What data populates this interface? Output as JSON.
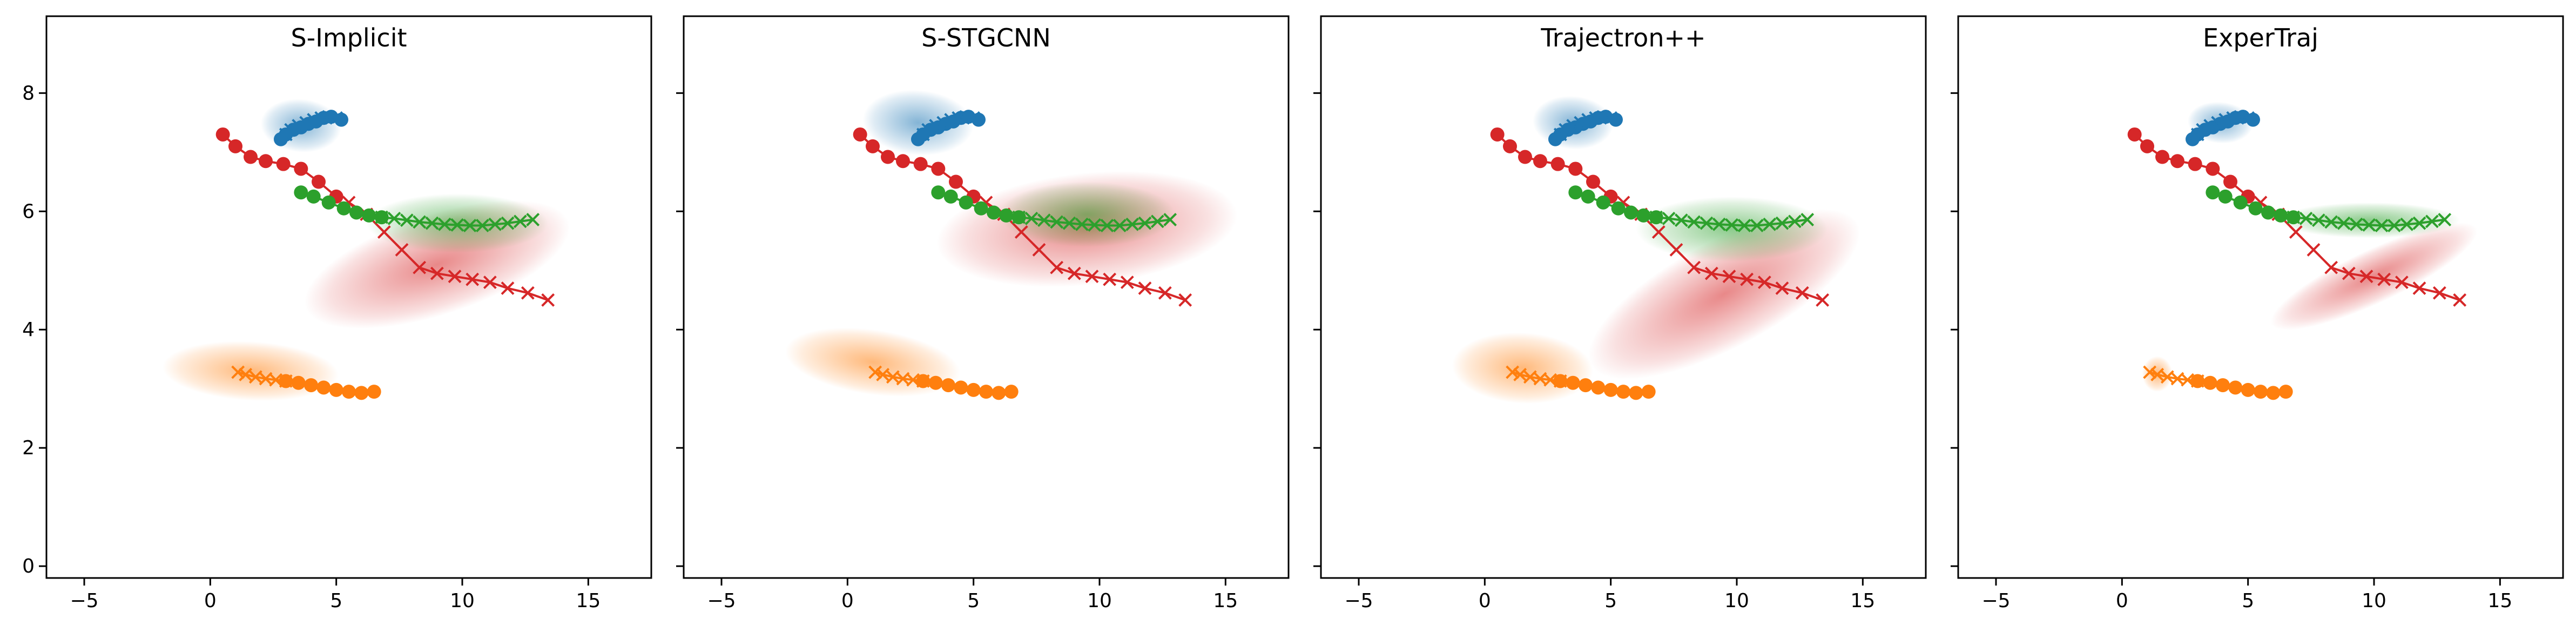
{
  "chart_data": [
    {
      "type": "scatter",
      "title": "S-Implicit",
      "xlabel": "",
      "ylabel": "",
      "xlim": [
        -6.5,
        17.5
      ],
      "ylim": [
        -0.2,
        9.3
      ],
      "xticks": [
        -5,
        0,
        5,
        10,
        15
      ],
      "yticks": [
        0,
        2,
        4,
        6,
        8
      ],
      "grid": false
    },
    {
      "type": "scatter",
      "title": "S-STGCNN",
      "xlabel": "",
      "ylabel": "",
      "xlim": [
        -6.5,
        17.5
      ],
      "ylim": [
        -0.2,
        9.3
      ],
      "xticks": [
        -5,
        0,
        5,
        10,
        15
      ],
      "yticks": [
        0,
        2,
        4,
        6,
        8
      ],
      "grid": false
    },
    {
      "type": "scatter",
      "title": "Trajectron++",
      "xlabel": "",
      "ylabel": "",
      "xlim": [
        -6.5,
        17.5
      ],
      "ylim": [
        -0.2,
        9.3
      ],
      "xticks": [
        -5,
        0,
        5,
        10,
        15
      ],
      "yticks": [
        0,
        2,
        4,
        6,
        8
      ],
      "grid": false
    },
    {
      "type": "scatter",
      "title": "ExperTraj",
      "xlabel": "",
      "ylabel": "",
      "xlim": [
        -6.5,
        17.5
      ],
      "ylim": [
        -0.2,
        9.3
      ],
      "xticks": [
        -5,
        0,
        5,
        10,
        15
      ],
      "yticks": [
        0,
        2,
        4,
        6,
        8
      ],
      "grid": false
    }
  ],
  "agents": [
    {
      "color": "#1f77b4",
      "past": [
        [
          5.2,
          7.55
        ],
        [
          4.8,
          7.6
        ],
        [
          4.5,
          7.58
        ],
        [
          4.2,
          7.52
        ],
        [
          3.9,
          7.48
        ],
        [
          3.6,
          7.42
        ],
        [
          3.3,
          7.38
        ],
        [
          3.0,
          7.3
        ],
        [
          2.8,
          7.22
        ]
      ],
      "future": [
        [
          3.0,
          7.3
        ],
        [
          3.2,
          7.38
        ],
        [
          3.5,
          7.45
        ],
        [
          3.8,
          7.5
        ],
        [
          4.1,
          7.55
        ],
        [
          4.4,
          7.58
        ],
        [
          4.7,
          7.6
        ],
        [
          5.0,
          7.58
        ]
      ]
    },
    {
      "color": "#d62728",
      "past": [
        [
          0.5,
          7.3
        ],
        [
          1.0,
          7.1
        ],
        [
          1.6,
          6.92
        ],
        [
          2.2,
          6.85
        ],
        [
          2.9,
          6.8
        ],
        [
          3.6,
          6.72
        ],
        [
          4.3,
          6.5
        ],
        [
          5.0,
          6.25
        ]
      ],
      "future": [
        [
          5.5,
          6.15
        ],
        [
          6.2,
          5.95
        ],
        [
          6.9,
          5.65
        ],
        [
          7.6,
          5.35
        ],
        [
          8.3,
          5.05
        ],
        [
          9.0,
          4.95
        ],
        [
          9.7,
          4.9
        ],
        [
          10.4,
          4.85
        ],
        [
          11.1,
          4.8
        ],
        [
          11.8,
          4.7
        ],
        [
          12.6,
          4.62
        ],
        [
          13.4,
          4.5
        ]
      ]
    },
    {
      "color": "#2ca02c",
      "past": [
        [
          3.6,
          6.32
        ],
        [
          4.1,
          6.25
        ],
        [
          4.7,
          6.15
        ],
        [
          5.3,
          6.05
        ],
        [
          5.8,
          5.98
        ],
        [
          6.3,
          5.93
        ],
        [
          6.8,
          5.9
        ]
      ],
      "future": [
        [
          6.8,
          5.9
        ],
        [
          7.3,
          5.88
        ],
        [
          7.8,
          5.85
        ],
        [
          8.3,
          5.82
        ],
        [
          8.8,
          5.8
        ],
        [
          9.3,
          5.78
        ],
        [
          9.8,
          5.77
        ],
        [
          10.3,
          5.76
        ],
        [
          10.8,
          5.76
        ],
        [
          11.3,
          5.78
        ],
        [
          11.8,
          5.8
        ],
        [
          12.3,
          5.83
        ],
        [
          12.8,
          5.86
        ]
      ]
    },
    {
      "color": "#ff7f0e",
      "past": [
        [
          6.5,
          2.95
        ],
        [
          6.0,
          2.93
        ],
        [
          5.5,
          2.95
        ],
        [
          5.0,
          2.98
        ],
        [
          4.5,
          3.02
        ],
        [
          4.0,
          3.06
        ],
        [
          3.5,
          3.1
        ],
        [
          3.0,
          3.13
        ]
      ],
      "future": [
        [
          3.0,
          3.13
        ],
        [
          2.6,
          3.15
        ],
        [
          2.2,
          3.17
        ],
        [
          1.8,
          3.2
        ],
        [
          1.4,
          3.24
        ],
        [
          1.1,
          3.28
        ]
      ]
    }
  ],
  "distributions": [
    [
      {
        "color": "#1f77b4",
        "cx": 3.6,
        "cy": 7.45,
        "rx": 1.6,
        "ry": 0.45,
        "angle": 5
      },
      {
        "color": "#d62728",
        "cx": 9.0,
        "cy": 5.1,
        "rx": 5.5,
        "ry": 0.85,
        "angle": -18
      },
      {
        "color": "#2ca02c",
        "cx": 9.8,
        "cy": 5.8,
        "rx": 3.6,
        "ry": 0.5,
        "angle": 0
      },
      {
        "color": "#ff7f0e",
        "cx": 1.6,
        "cy": 3.3,
        "rx": 3.5,
        "ry": 0.5,
        "angle": 3
      }
    ],
    [
      {
        "color": "#1f77b4",
        "cx": 2.8,
        "cy": 7.5,
        "rx": 2.2,
        "ry": 0.55,
        "angle": 5
      },
      {
        "color": "#d62728",
        "cx": 9.5,
        "cy": 5.7,
        "rx": 6.0,
        "ry": 0.95,
        "angle": -6
      },
      {
        "color": "#2ca02c",
        "cx": 9.5,
        "cy": 5.95,
        "rx": 3.5,
        "ry": 0.55,
        "angle": 0
      },
      {
        "color": "#ff7f0e",
        "cx": 1.0,
        "cy": 3.45,
        "rx": 3.5,
        "ry": 0.55,
        "angle": 8
      }
    ],
    [
      {
        "color": "#1f77b4",
        "cx": 3.5,
        "cy": 7.5,
        "rx": 1.6,
        "ry": 0.45,
        "angle": 5
      },
      {
        "color": "#d62728",
        "cx": 9.5,
        "cy": 4.6,
        "rx": 6.0,
        "ry": 0.9,
        "angle": -28
      },
      {
        "color": "#2ca02c",
        "cx": 9.8,
        "cy": 5.7,
        "rx": 3.8,
        "ry": 0.55,
        "angle": 0
      },
      {
        "color": "#ff7f0e",
        "cx": 1.5,
        "cy": 3.35,
        "rx": 2.8,
        "ry": 0.6,
        "angle": 3
      }
    ],
    [
      {
        "color": "#1f77b4",
        "cx": 3.9,
        "cy": 7.5,
        "rx": 1.3,
        "ry": 0.35,
        "angle": 5
      },
      {
        "color": "#d62728",
        "cx": 10.0,
        "cy": 4.9,
        "rx": 4.5,
        "ry": 0.45,
        "angle": -25
      },
      {
        "color": "#2ca02c",
        "cx": 9.8,
        "cy": 5.85,
        "rx": 3.6,
        "ry": 0.3,
        "angle": 0
      },
      {
        "color": "#ff7f0e",
        "cx": 1.4,
        "cy": 3.25,
        "rx": 0.6,
        "ry": 0.3,
        "angle": 0
      }
    ]
  ]
}
